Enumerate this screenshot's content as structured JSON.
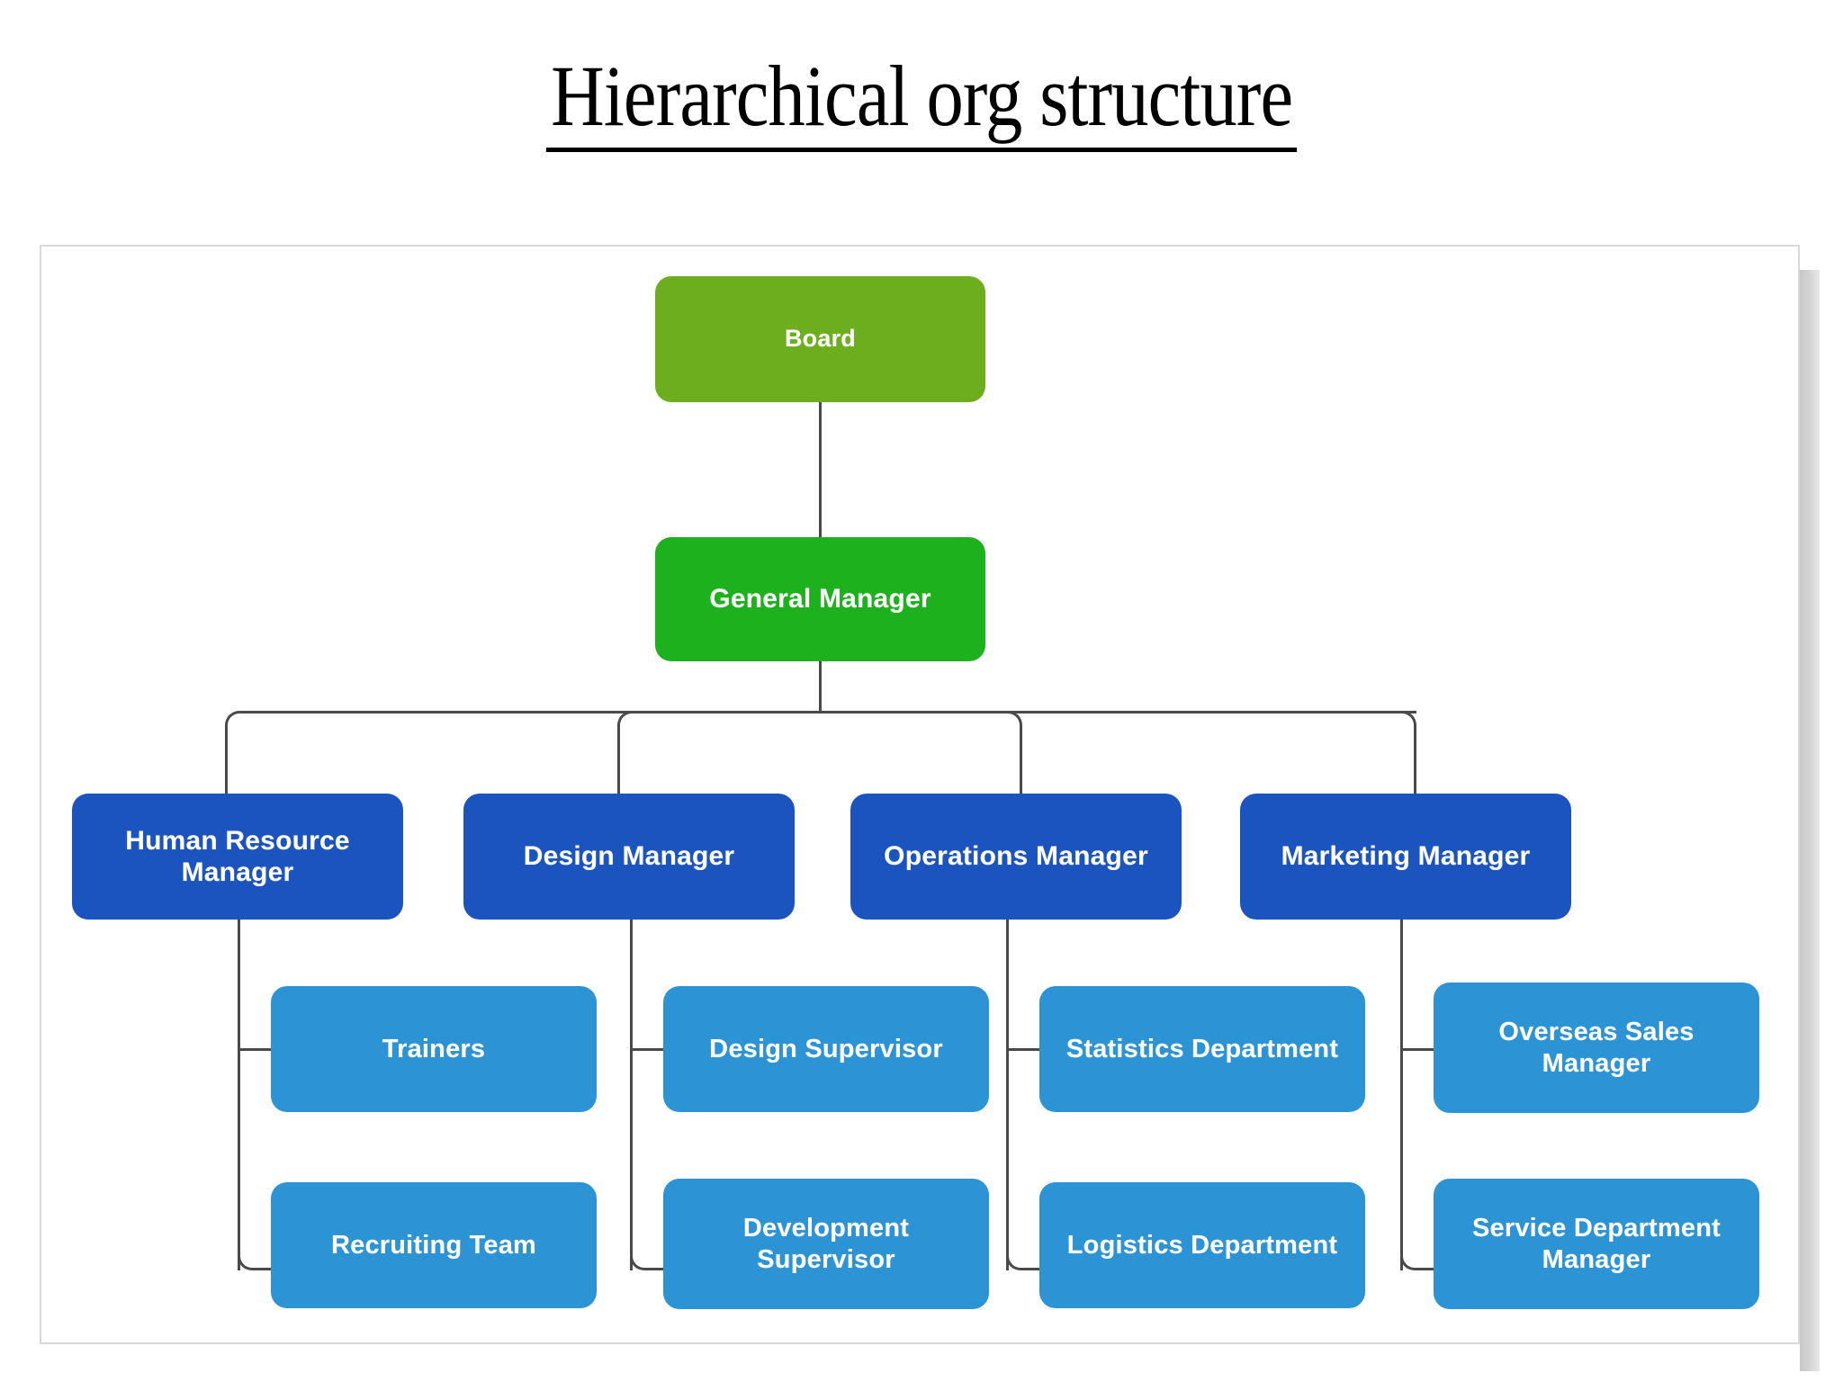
{
  "title": {
    "text": "Hierarchical org structure"
  },
  "colors": {
    "board": "#6DAE1E",
    "general_manager": "#1DB11D",
    "manager": "#1B54BE",
    "sub_unit": "#2C93D5",
    "connector": "#4a4a4a",
    "frame_border": "#d9d9d9",
    "title_text": "#000000",
    "node_text": "#ffffff"
  },
  "chart_data": {
    "type": "diagram",
    "diagram_kind": "org-chart",
    "title": "Hierarchical org structure",
    "levels": 4,
    "nodes": [
      {
        "id": "board",
        "label": "Board",
        "level": 0,
        "parent": null,
        "color": "#6DAE1E"
      },
      {
        "id": "gm",
        "label": "General Manager",
        "level": 1,
        "parent": "board",
        "color": "#1DB11D"
      },
      {
        "id": "hr",
        "label": "Human Resource Manager",
        "level": 2,
        "parent": "gm",
        "color": "#1B54BE"
      },
      {
        "id": "design",
        "label": "Design Manager",
        "level": 2,
        "parent": "gm",
        "color": "#1B54BE"
      },
      {
        "id": "operations",
        "label": "Operations Manager",
        "level": 2,
        "parent": "gm",
        "color": "#1B54BE"
      },
      {
        "id": "marketing",
        "label": "Marketing Manager",
        "level": 2,
        "parent": "gm",
        "color": "#1B54BE"
      },
      {
        "id": "trainers",
        "label": "Trainers",
        "level": 3,
        "parent": "hr",
        "color": "#2C93D5"
      },
      {
        "id": "recruiting",
        "label": "Recruiting Team",
        "level": 3,
        "parent": "hr",
        "color": "#2C93D5"
      },
      {
        "id": "design_sup",
        "label": "Design Supervisor",
        "level": 3,
        "parent": "design",
        "color": "#2C93D5"
      },
      {
        "id": "dev_sup",
        "label": "Development Supervisor",
        "level": 3,
        "parent": "design",
        "color": "#2C93D5"
      },
      {
        "id": "statistics",
        "label": "Statistics Department",
        "level": 3,
        "parent": "operations",
        "color": "#2C93D5"
      },
      {
        "id": "logistics",
        "label": "Logistics Department",
        "level": 3,
        "parent": "operations",
        "color": "#2C93D5"
      },
      {
        "id": "overseas",
        "label": "Overseas Sales Manager",
        "level": 3,
        "parent": "marketing",
        "color": "#2C93D5"
      },
      {
        "id": "service",
        "label": "Service Department Manager",
        "level": 3,
        "parent": "marketing",
        "color": "#2C93D5"
      }
    ]
  },
  "nodes": {
    "board": {
      "label": "Board"
    },
    "gm": {
      "label": "General Manager"
    },
    "hr": {
      "label": "Human Resource Manager"
    },
    "design": {
      "label": "Design Manager"
    },
    "operations": {
      "label": "Operations Manager"
    },
    "marketing": {
      "label": "Marketing Manager"
    },
    "trainers": {
      "label": "Trainers"
    },
    "recruiting": {
      "label": "Recruiting Team"
    },
    "design_sup": {
      "label": "Design Supervisor"
    },
    "dev_sup": {
      "label": "Development Supervisor"
    },
    "statistics": {
      "label": "Statistics Department"
    },
    "logistics": {
      "label": "Logistics Department"
    },
    "overseas": {
      "label": "Overseas Sales Manager"
    },
    "service": {
      "label": "Service Department Manager"
    }
  }
}
